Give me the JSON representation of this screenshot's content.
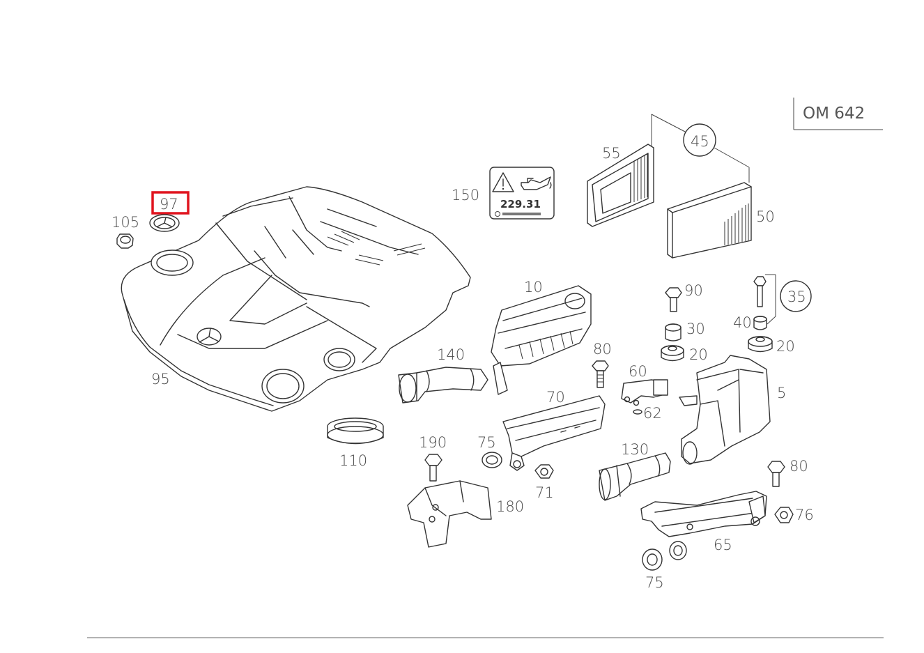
{
  "engine_code": "OM 642",
  "highlight_color": "#e0141e",
  "sticker": {
    "spec": "229.31",
    "icons": [
      "warning-triangle-icon",
      "oil-can-icon"
    ]
  },
  "parts": {
    "p95": "95",
    "p97": "97",
    "p105": "105",
    "p110": "110",
    "p150": "150",
    "p55": "55",
    "p50": "50",
    "p45": "45",
    "p10": "10",
    "p140": "140",
    "p80a": "80",
    "p90": "90",
    "p30": "30",
    "p20a": "20",
    "p35": "35",
    "p40": "40",
    "p20b": "20",
    "p60": "60",
    "p62": "62",
    "p70": "70",
    "p5": "5",
    "p190": "190",
    "p75a": "75",
    "p71": "71",
    "p180": "180",
    "p130": "130",
    "p80b": "80",
    "p76": "76",
    "p65": "65",
    "p75b": "75"
  }
}
